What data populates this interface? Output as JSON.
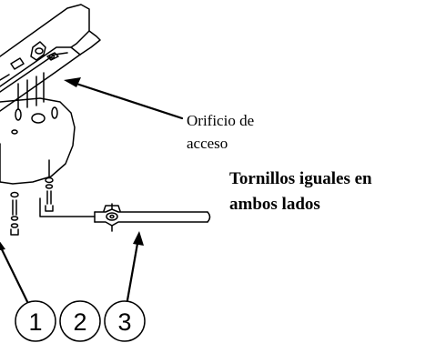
{
  "callouts": {
    "access_hole_line1": "Orificio de",
    "access_hole_line2": "acceso",
    "screws_line1": "Tornillos iguales en",
    "screws_line2": "ambos lados"
  },
  "part_numbers": [
    "1",
    "2",
    "3"
  ],
  "colors": {
    "line": "#000000",
    "background": "#ffffff"
  }
}
